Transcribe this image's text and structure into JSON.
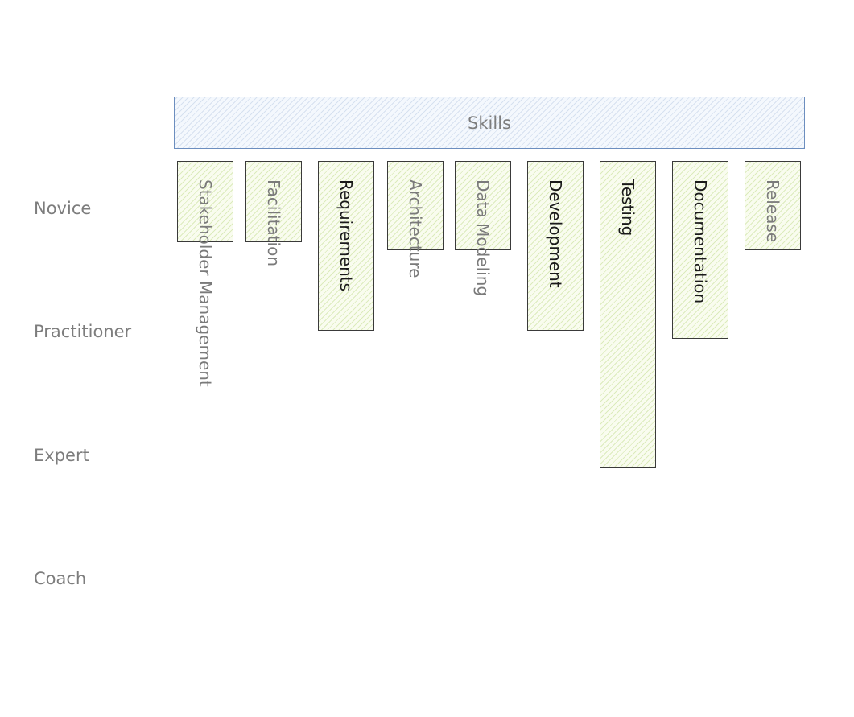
{
  "header": {
    "label": "Skills"
  },
  "levels": [
    "Novice",
    "Practitioner",
    "Expert",
    "Coach"
  ],
  "skills": [
    {
      "name": "Stakeholder Management",
      "level": 1,
      "text_color": "#7a7a7a"
    },
    {
      "name": "Facilitation",
      "level": 1,
      "text_color": "#7a7a7a"
    },
    {
      "name": "Requirements",
      "level": 2,
      "text_color": "#1a1a1a"
    },
    {
      "name": "Architecture",
      "level": 1,
      "text_color": "#7a7a7a"
    },
    {
      "name": "Data Modeling",
      "level": 1,
      "text_color": "#7a7a7a"
    },
    {
      "name": "Development",
      "level": 2,
      "text_color": "#1a1a1a"
    },
    {
      "name": "Testing",
      "level": 3,
      "text_color": "#1a1a1a"
    },
    {
      "name": "Documentation",
      "level": 2,
      "text_color": "#1a1a1a"
    },
    {
      "name": "Release",
      "level": 1,
      "text_color": "#7a7a7a"
    }
  ],
  "colors": {
    "header_stroke": "#6c8ebf",
    "header_fill": "#dae8fc",
    "column_fill": "#d5e8a0",
    "column_stroke": "#3a3a3a",
    "label_gray": "#7d7d7d"
  }
}
